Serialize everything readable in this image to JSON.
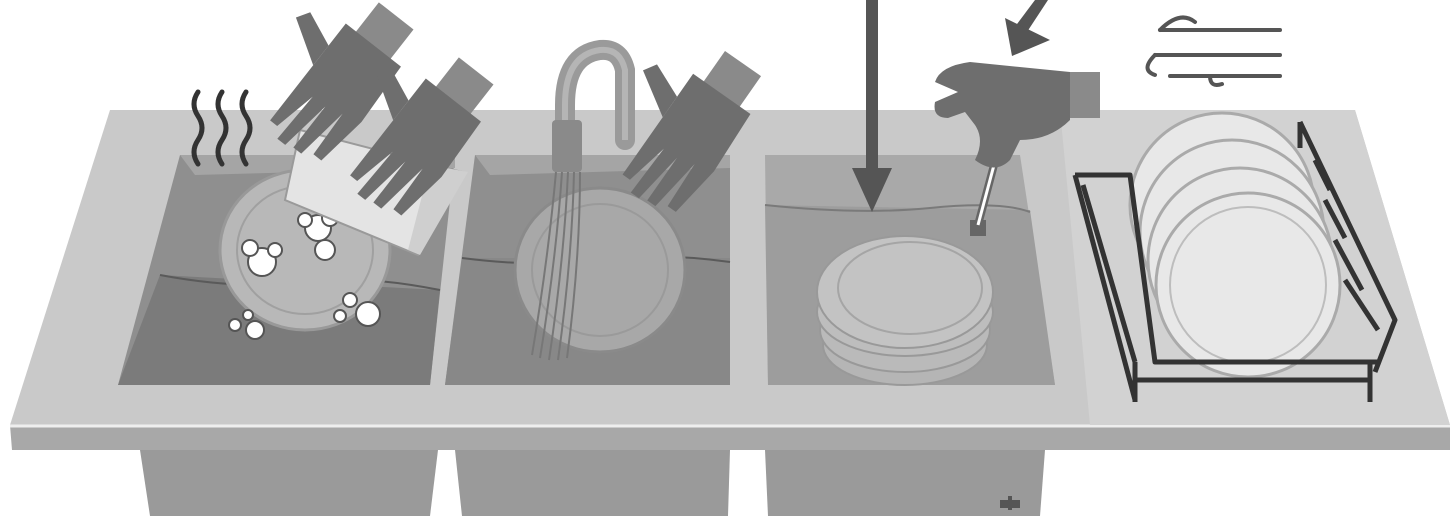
{
  "scene": {
    "steps": [
      "wash",
      "rinse",
      "sanitize",
      "air-dry"
    ],
    "colors": {
      "background": "#ffffff",
      "counter": "#c9c9c9",
      "counter_edge": "#dedede",
      "basin_wall": "#8f8f8f",
      "water_wash": "#7b7b7b",
      "water_rinse": "#888888",
      "water_sanitize": "#9d9d9d",
      "glove": "#6e6e6e",
      "cuff": "#8a8a8a",
      "plate": "#d2d2d2",
      "plate_rim": "#a9a9a9",
      "rack": "#333333",
      "arrow": "#555555"
    },
    "icons": [
      "steam-icon",
      "glove-icon",
      "sponge-icon",
      "bubbles-icon",
      "faucet-icon",
      "water-stream-icon",
      "arrow-down-icon",
      "test-strip-icon",
      "plate-stack-icon",
      "dish-rack-icon",
      "air-dry-icon"
    ]
  }
}
